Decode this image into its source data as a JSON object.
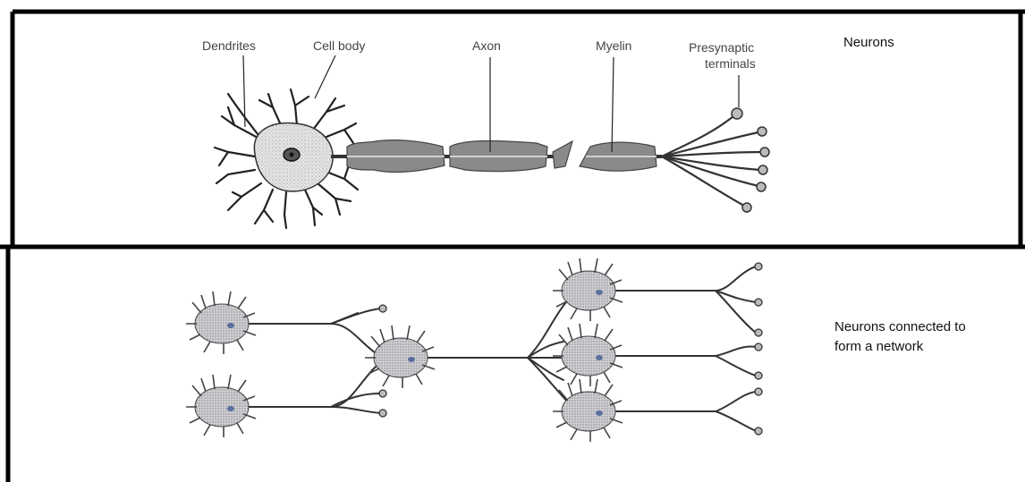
{
  "top_panel": {
    "title": "Neurons",
    "labels": {
      "dendrites": "Dendrites",
      "cell_body": "Cell body",
      "axon": "Axon",
      "myelin": "Myelin",
      "presynaptic_line1": "Presynaptic",
      "presynaptic_line2": "terminals"
    }
  },
  "bottom_panel": {
    "caption_line1": "Neurons connected to",
    "caption_line2": "form a network"
  }
}
